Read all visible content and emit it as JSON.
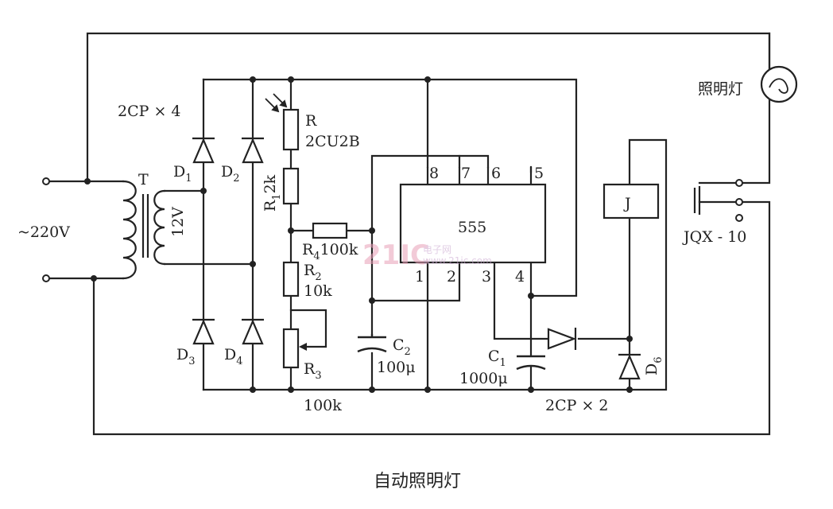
{
  "labels": {
    "ac_input": "~220V",
    "transformer": "T",
    "secondary": "12V",
    "bridge": "2CP × 4",
    "d1": "D",
    "d1_sub": "1",
    "d2": "D",
    "d2_sub": "2",
    "d3": "D",
    "d3_sub": "3",
    "d4": "D",
    "d4_sub": "4",
    "photo_r": "R",
    "photo_r_type": "2CU2B",
    "r1": "R",
    "r1_sub": "1",
    "r1_val": "2k",
    "r4": "R",
    "r4_sub": "4",
    "r4_val": "100k",
    "r2": "R",
    "r2_sub": "2",
    "r2_val": "10k",
    "r3": "R",
    "r3_sub": "3",
    "r3_val": "100k",
    "c2": "C",
    "c2_sub": "2",
    "c2_val": "100μ",
    "c1": "C",
    "c1_sub": "1",
    "c1_val": "1000μ",
    "ic": "555",
    "pin8": "8",
    "pin7": "7",
    "pin6": "6",
    "pin5": "5",
    "pin1": "1",
    "pin2": "2",
    "pin3": "3",
    "pin4": "4",
    "relay": "J",
    "relay_model": "JQX - 10",
    "lamp": "照明灯",
    "d6": "D",
    "d6_sub": "6",
    "diodes2": "2CP × 2",
    "caption": "自动照明灯"
  },
  "watermark": {
    "brand": "21IC",
    "cn": "电子网",
    "url": "www.21ic.com"
  }
}
